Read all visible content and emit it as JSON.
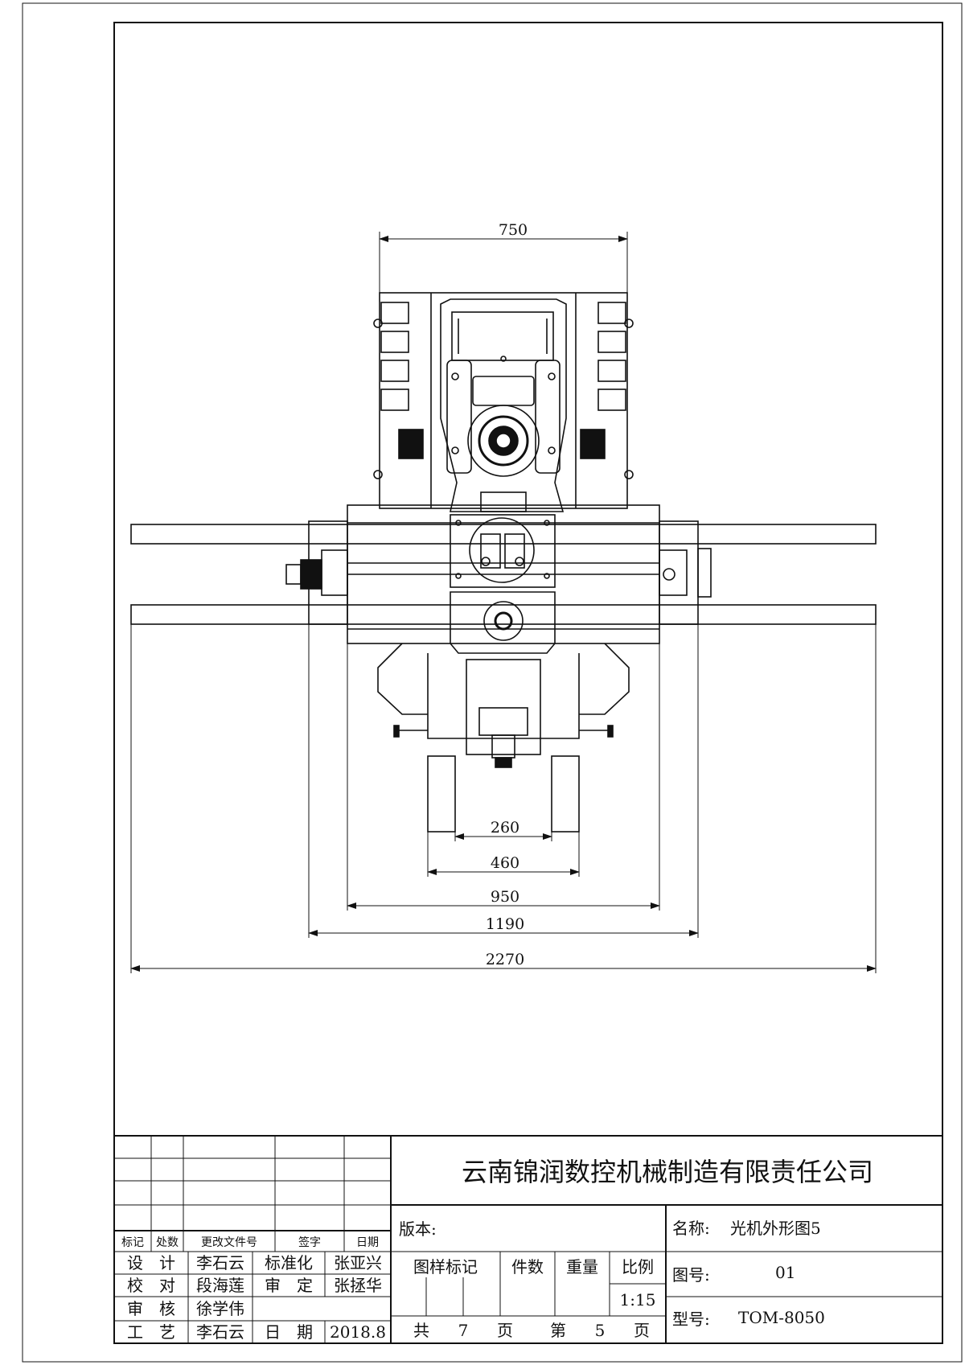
{
  "drawing": {
    "dimensions": {
      "top_width": "750",
      "inner_260": "260",
      "inner_460": "460",
      "width_950": "950",
      "width_1190": "1190",
      "overall_2270": "2270"
    }
  },
  "title_block": {
    "company": "云南锦润数控机械制造有限责任公司",
    "revision_header": {
      "mark": "标记",
      "count": "处数",
      "doc_no": "更改文件号",
      "signature": "签字",
      "date": "日期"
    },
    "signoff": {
      "design_label": "设　计",
      "design_name": "李石云",
      "std_label": "标准化",
      "std_name": "张亚兴",
      "check_label": "校　对",
      "check_name": "段海莲",
      "approve_label": "审　定",
      "approve_name": "张拯华",
      "review_label": "审　核",
      "review_name": "徐学伟",
      "process_label": "工　艺",
      "process_name": "李石云",
      "date_label": "日　期",
      "date_value": "2018.8"
    },
    "version_label": "版本:",
    "sample_mark_label": "图样标记",
    "quantity_label": "件数",
    "weight_label": "重量",
    "scale_label": "比例",
    "scale_value": "1:15",
    "pages": {
      "total_label": "共",
      "total": "7",
      "page_label": "页",
      "current_label": "第",
      "current": "5",
      "page_label2": "页"
    },
    "name_label": "名称:",
    "name_value": "光机外形图5",
    "drawing_no_label": "图号:",
    "drawing_no_value": "01",
    "model_label": "型号:",
    "model_value": "TOM-8050"
  }
}
